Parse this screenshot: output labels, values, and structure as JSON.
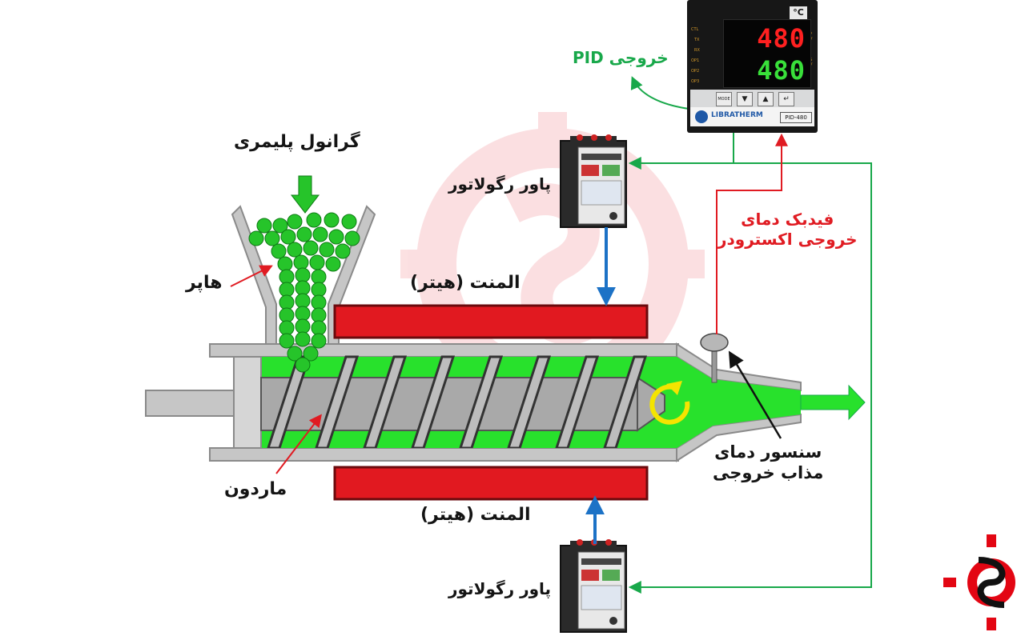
{
  "labels": {
    "granules": "گرانول پلیمری",
    "hopper": "هاپر",
    "heater_top": "المنت (هیتر)",
    "heater_bottom": "المنت (هیتر)",
    "screw": "ماردون",
    "regulator_top": "پاور رگولاتور",
    "regulator_bottom": "پاور رگولاتور",
    "pid_output": "خروجی PID",
    "feedback_line1": "فیدبک دمای",
    "feedback_line2": "خروجی اکسترودر",
    "sensor_line1": "سنسور دمای",
    "sensor_line2": "مذاب خروجی"
  },
  "controller": {
    "unit": "°C",
    "pv": "480",
    "sv": "480",
    "side_labels": [
      "CTL",
      "TX",
      "RX",
      "OP1",
      "OP2",
      "OP3"
    ],
    "pv_tag": "P V",
    "sv_tag": "S V",
    "key_mode": "MODE",
    "brand": "LIBRATHERM",
    "model": "PID-480"
  },
  "colors": {
    "melt_green": "#28e12c",
    "granule_green": "#26c42a",
    "heater_red": "#e11920",
    "barrel_gray": "#c6c6c6",
    "screw_gray": "#a9a9a9",
    "wire_green": "#18a84a",
    "wire_red": "#e01b22",
    "power_blue": "#1c72c6",
    "brand_red": "#e30613"
  },
  "icons": [
    "down-arrow-icon",
    "rotation-icon",
    "melt-output-arrow-icon",
    "brand-logo-icon",
    "watermark-gear-icon"
  ]
}
